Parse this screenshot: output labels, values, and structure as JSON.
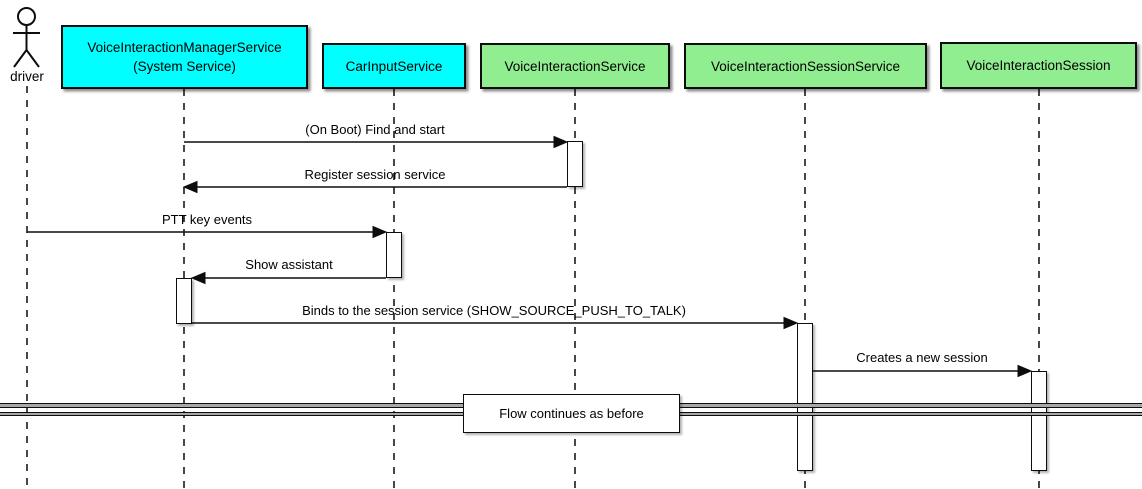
{
  "colors": {
    "participant_cyan": "#00FFFF",
    "participant_green": "#90EE90",
    "divider_gray": "#A8A8A8"
  },
  "actor": {
    "label": "driver"
  },
  "participants": [
    {
      "label": "VoiceInteractionManagerService\n(System Service)",
      "color": "cyan"
    },
    {
      "label": "CarInputService",
      "color": "cyan"
    },
    {
      "label": "VoiceInteractionService",
      "color": "green"
    },
    {
      "label": "VoiceInteractionSessionService",
      "color": "green"
    },
    {
      "label": "VoiceInteractionSession",
      "color": "green"
    }
  ],
  "messages": [
    {
      "label": "(On Boot) Find and start",
      "from": "VoiceInteractionManagerService (System Service)",
      "to": "VoiceInteractionService"
    },
    {
      "label": "Register session service",
      "from": "VoiceInteractionService",
      "to": "VoiceInteractionManagerService (System Service)"
    },
    {
      "label": "PTT key events",
      "from": "driver",
      "to": "CarInputService"
    },
    {
      "label": "Show assistant",
      "from": "CarInputService",
      "to": "VoiceInteractionManagerService (System Service)"
    },
    {
      "label": "Binds to the session service (SHOW_SOURCE_PUSH_TO_TALK)",
      "from": "VoiceInteractionManagerService (System Service)",
      "to": "VoiceInteractionSessionService"
    },
    {
      "label": "Creates a new session",
      "from": "VoiceInteractionSessionService",
      "to": "VoiceInteractionSession"
    }
  ],
  "divider": {
    "label": "Flow continues as before"
  }
}
